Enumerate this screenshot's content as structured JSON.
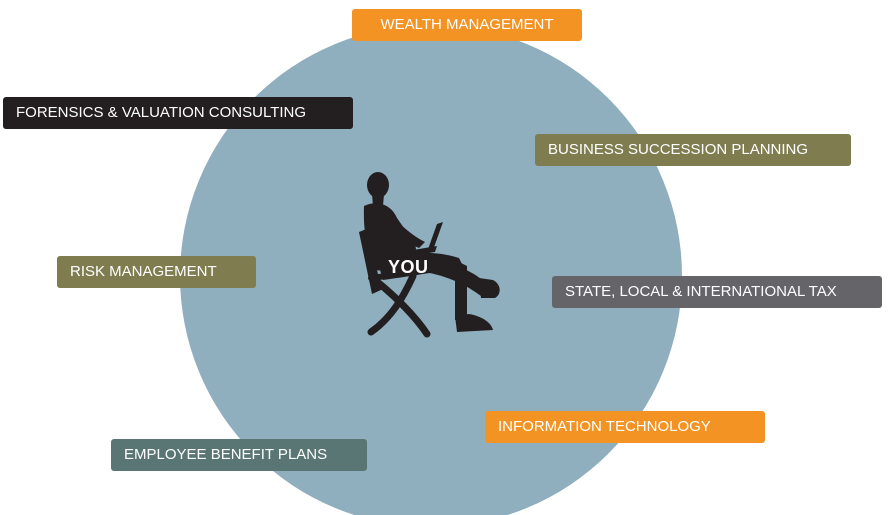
{
  "center": {
    "label": "YOU",
    "icon": "seated-businessman-laptop-icon"
  },
  "services": [
    {
      "key": "wealth",
      "label": "WEALTH MANAGEMENT",
      "color": "#f39323"
    },
    {
      "key": "forensic",
      "label": "FORENSICS & VALUATION CONSULTING",
      "color": "#231f20"
    },
    {
      "key": "business",
      "label": "BUSINESS SUCCESSION PLANNING",
      "color": "#7f7d50"
    },
    {
      "key": "risk",
      "label": "RISK MANAGEMENT",
      "color": "#7f7d50"
    },
    {
      "key": "state",
      "label": "STATE, LOCAL & INTERNATIONAL TAX",
      "color": "#646469"
    },
    {
      "key": "it",
      "label": "INFORMATION TECHNOLOGY",
      "color": "#f39323"
    },
    {
      "key": "employee",
      "label": "EMPLOYEE BENEFIT PLANS",
      "color": "#5a7674"
    }
  ],
  "colors": {
    "circle": "#8fafbf",
    "silhouette": "#231f20",
    "text": "#ffffff"
  }
}
